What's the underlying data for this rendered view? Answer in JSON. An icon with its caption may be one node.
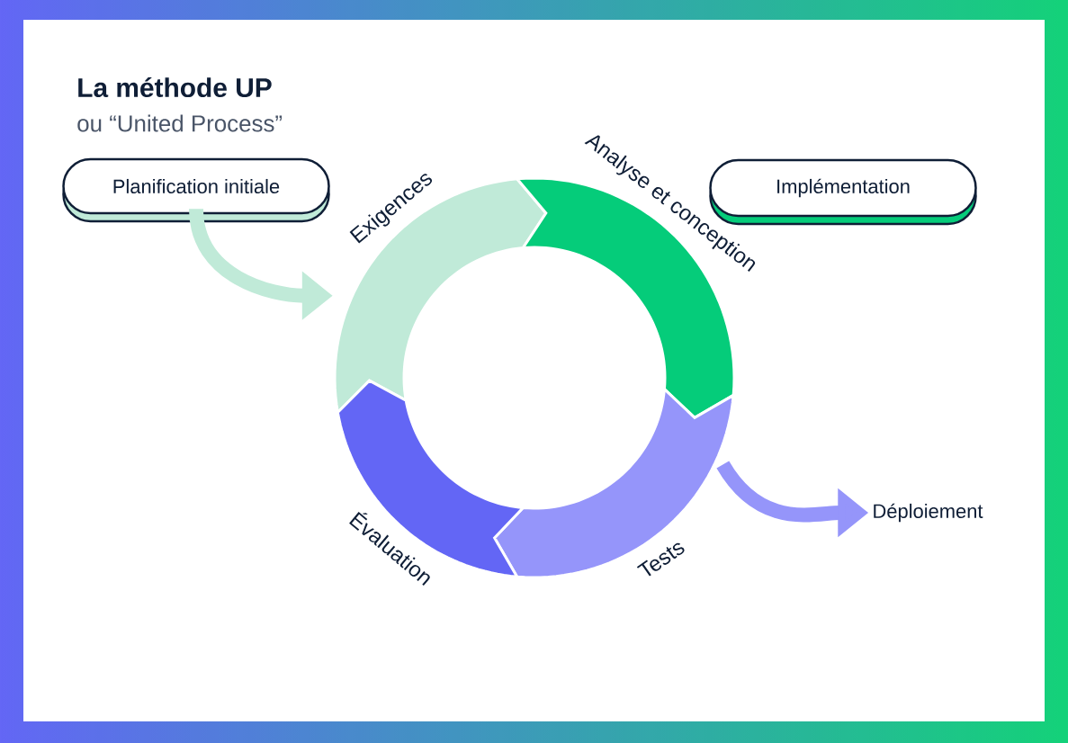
{
  "diagram": {
    "title": "La méthode UP",
    "nodes": [
      {
        "text": [
          "Planification initiale"
        ]
      },
      {
        "text": [
          "Implémentation"
        ]
      },
      {
        "text": [
          "Exigences"
        ]
      },
      {
        "text": [
          "Analyse et conception"
        ]
      },
      {
        "text": [
          "Tests"
        ]
      },
      {
        "text": [
          "Évaluation"
        ]
      },
      {
        "text": [
          "Déploiement"
        ]
      }
    ],
    "edges": [
      {
        "from": 0,
        "to": 2,
        "arrow": "to",
        "color": "#c0ead8"
      },
      {
        "from": 4,
        "to": 6,
        "arrow": "to",
        "color": "#9595fa"
      }
    ],
    "labels": [
      "ou “United Process”"
    ]
  }
}
